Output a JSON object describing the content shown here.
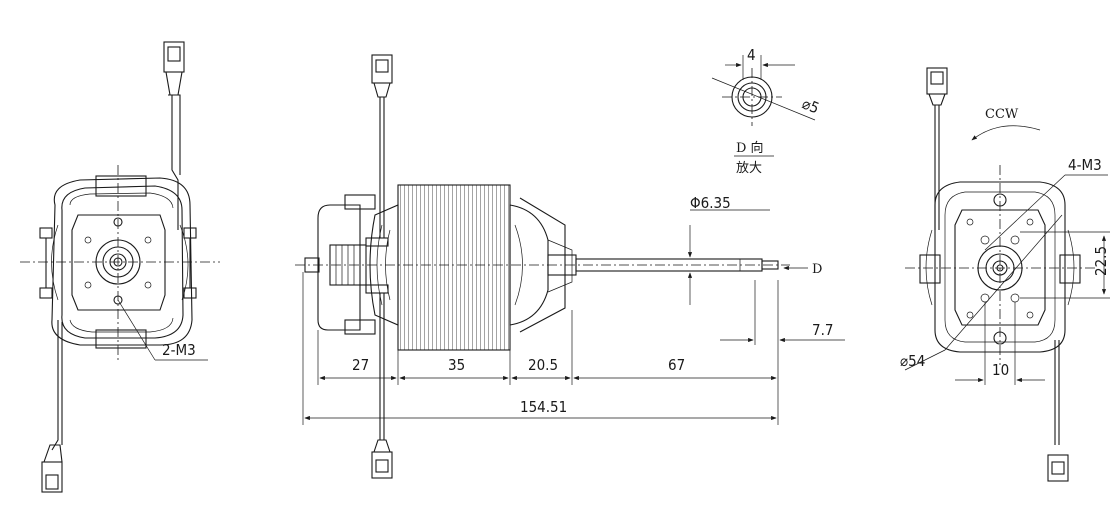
{
  "labels": {
    "hole_front": "2-M3",
    "hole_right": "4-M3",
    "rotation": "CCW",
    "shaft_dia": "Φ6.35",
    "arrow_d": "D",
    "detail_top": "4",
    "detail_dia": "⌀5",
    "detail_caption_1": "D 向",
    "detail_caption_2": "放大",
    "dim_27": "27",
    "dim_35": "35",
    "dim_20_5": "20.5",
    "dim_67": "67",
    "dim_7_7": "7.7",
    "dim_total": "154.51",
    "dim_54": "⌀54",
    "dim_10": "10",
    "dim_22_5": "22.5"
  }
}
